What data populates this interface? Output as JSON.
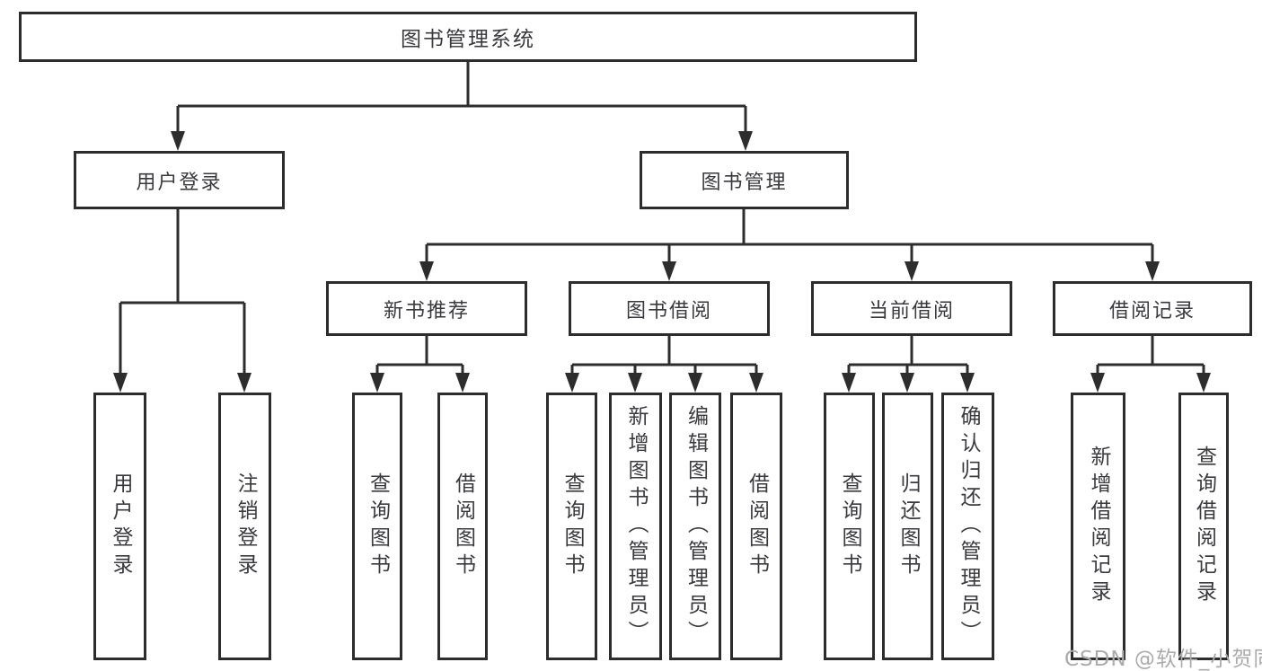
{
  "tree": {
    "root": "图书管理系统",
    "user_login": {
      "label": "用户登录",
      "children": [
        "用户登录",
        "注销登录"
      ]
    },
    "book_mgmt": {
      "label": "图书管理",
      "sections": [
        {
          "label": "新书推荐",
          "children": [
            "查询图书",
            "借阅图书"
          ]
        },
        {
          "label": "图书借阅",
          "children": [
            "查询图书",
            "新增图书（管理员）",
            "编辑图书（管理员）",
            "借阅图书"
          ]
        },
        {
          "label": "当前借阅",
          "children": [
            "查询图书",
            "归还图书",
            "确认归还（管理员）"
          ]
        },
        {
          "label": "借阅记录",
          "children": [
            "新增借阅记录",
            "查询借阅记录"
          ]
        }
      ]
    }
  },
  "watermark": "CSDN @软件_小贺同学",
  "colors": {
    "line": "#2d2d2d",
    "text": "#3a3a3e",
    "watermark": "#ababab",
    "background": "#ffffff"
  }
}
